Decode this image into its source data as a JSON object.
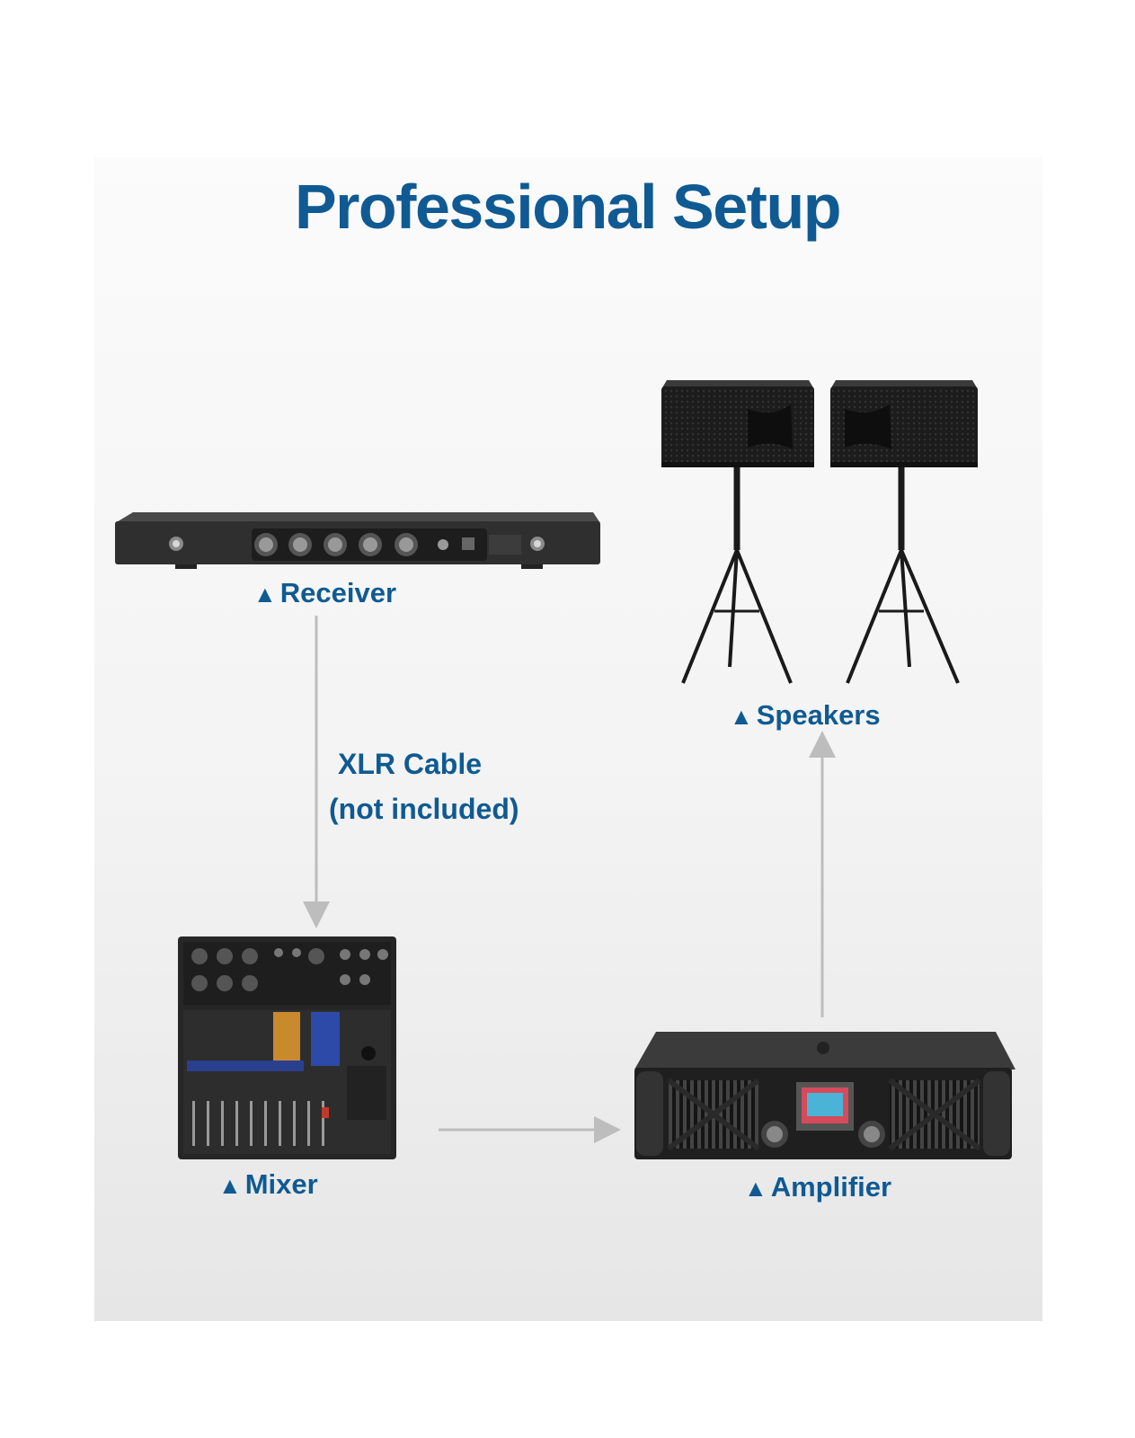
{
  "title": "Professional Setup",
  "devices": {
    "receiver": {
      "label": "Receiver"
    },
    "speakers": {
      "label": "Speakers"
    },
    "mixer": {
      "label": "Mixer"
    },
    "amplifier": {
      "label": "Amplifier"
    }
  },
  "cable": {
    "line1": "XLR Cable",
    "line2": "(not included)"
  },
  "icons": {
    "label_marker": "triangle-up-icon"
  },
  "colors": {
    "accent": "#0f5a93",
    "arrow": "#bdbdbd",
    "device": "#2b2b2b"
  }
}
